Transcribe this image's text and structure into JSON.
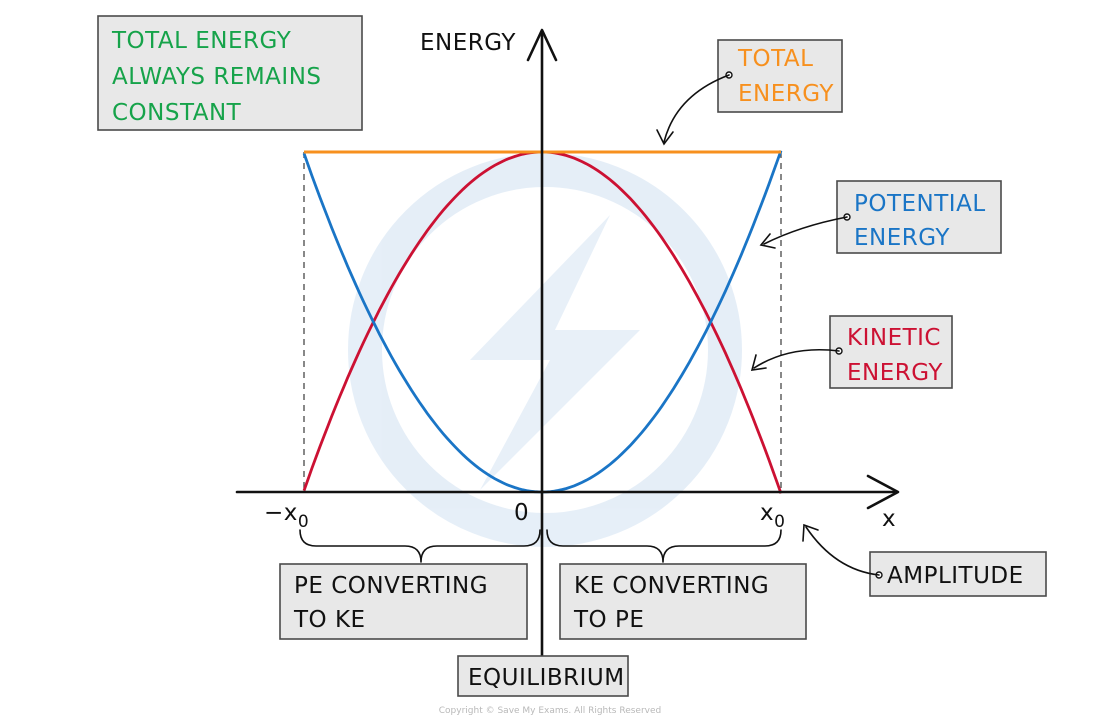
{
  "colors": {
    "total": "#f7901e",
    "potential": "#1a75c6",
    "kinetic": "#cc1133",
    "note": "#16a34a",
    "ink": "#111111",
    "box_fill": "#e8e8e8",
    "watermark": "#dbe8f4"
  },
  "note": {
    "lines": [
      "TOTAL ENERGY",
      "ALWAYS REMAINS",
      "CONSTANT"
    ]
  },
  "axes": {
    "y_label": "ENERGY",
    "x_label": "x",
    "tick_left": "−x",
    "tick_left_sub": "0",
    "tick_origin": "0",
    "tick_right": "x",
    "tick_right_sub": "0"
  },
  "labels": {
    "total": [
      "TOTAL",
      "ENERGY"
    ],
    "potential": [
      "POTENTIAL",
      "ENERGY"
    ],
    "kinetic": [
      "KINETIC",
      "ENERGY"
    ],
    "amplitude": "AMPLITUDE",
    "equilibrium": "EQUILIBRIUM",
    "pe_to_ke": [
      "PE  CONVERTING",
      "TO KE"
    ],
    "ke_to_pe": [
      "KE  CONVERTING",
      "TO PE"
    ]
  },
  "icons": {
    "watermark": "lightning-bolt-logo"
  },
  "copyright": "Copyright © Save My Exams. All Rights Reserved"
}
